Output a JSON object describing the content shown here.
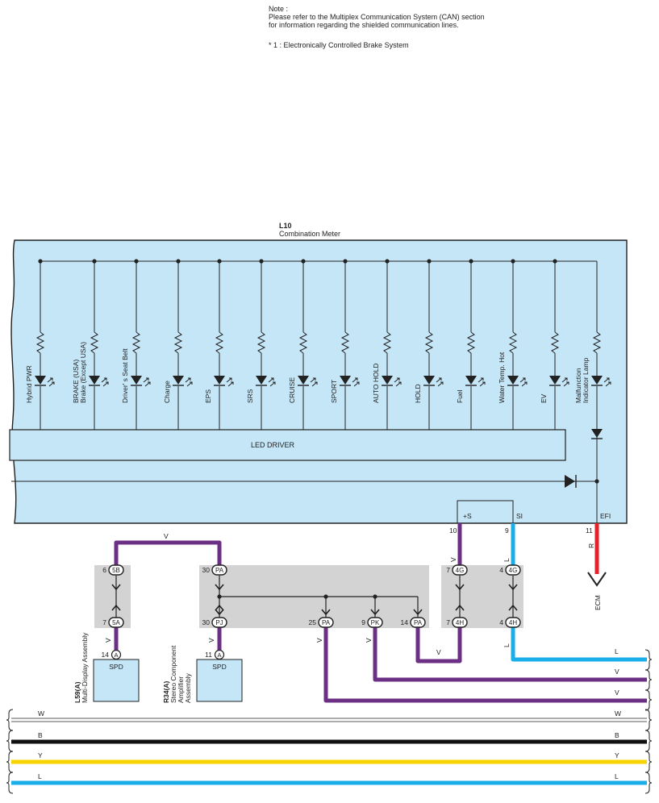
{
  "note": {
    "heading": "Note :",
    "line1": "Please refer to the Multiplex Communication System (CAN) section",
    "line2": "for information regarding the shielded communication lines.",
    "footnote": "* 1 : Electronically Controlled Brake System"
  },
  "meter": {
    "id": "L10",
    "name": "Combination Meter",
    "led_driver": "LED DRIVER",
    "pin_plus_s": "+S",
    "pin_si": "SI",
    "pin_efi": "EFI"
  },
  "lamps": [
    {
      "label": "Hybrid PWR"
    },
    {
      "label": "BRAKE (USA)",
      "label2": "Brake (Except USA)"
    },
    {
      "label": "Driver' s Seat Belt"
    },
    {
      "label": "Charge"
    },
    {
      "label": "EPS"
    },
    {
      "label": "SRS"
    },
    {
      "label": "CRUISE"
    },
    {
      "label": "SPORT"
    },
    {
      "label": "AUTO HOLD"
    },
    {
      "label": "HOLD"
    },
    {
      "label": "Fuel"
    },
    {
      "label": "Water Temp.  Hot"
    },
    {
      "label": "EV"
    },
    {
      "label": "Malfunction",
      "label2": "Indicator Lamp"
    }
  ],
  "meter_pins": {
    "plus_s": "10",
    "si": "9",
    "efi": "11"
  },
  "connectors": {
    "c5b": {
      "code": "5B",
      "pin": "6"
    },
    "c5a": {
      "code": "5A",
      "pin": "7"
    },
    "cpa_top": {
      "code": "PA",
      "pin": "30"
    },
    "cpj": {
      "code": "PJ",
      "pin": "30"
    },
    "cpa_mid": {
      "code": "PA",
      "pin": "25"
    },
    "cpk": {
      "code": "PK",
      "pin": "9"
    },
    "cpa_right": {
      "code": "PA",
      "pin": "14"
    },
    "c4g_left": {
      "code": "4G",
      "pin": "7"
    },
    "c4g_right": {
      "code": "4G",
      "pin": "4"
    },
    "c4h_left": {
      "code": "4H",
      "pin": "7"
    },
    "c4h_right": {
      "code": "4H",
      "pin": "4"
    }
  },
  "components": {
    "l59": {
      "id": "L59(A)",
      "name": "Multi-Display Assembly",
      "pin": "14",
      "conn": "A",
      "port": "SPD"
    },
    "r34": {
      "id": "R34(A)",
      "name1": "Stereo Component",
      "name2": "Amplifier",
      "name3": "Assembly",
      "pin": "11",
      "conn": "A",
      "port": "SPD"
    }
  },
  "ecm_label": "ECM",
  "wire_labels": {
    "v": "V",
    "l": "L",
    "r": "R",
    "w": "W",
    "b": "B",
    "y": "Y"
  },
  "colors": {
    "panel": "#c5e6f7",
    "violet": "#6b2f86",
    "blue": "#1aaee8",
    "red": "#e8202a",
    "yellow": "#f7d300",
    "black": "#111111",
    "white": "#ffffff",
    "junction": "#d3d3d3"
  }
}
